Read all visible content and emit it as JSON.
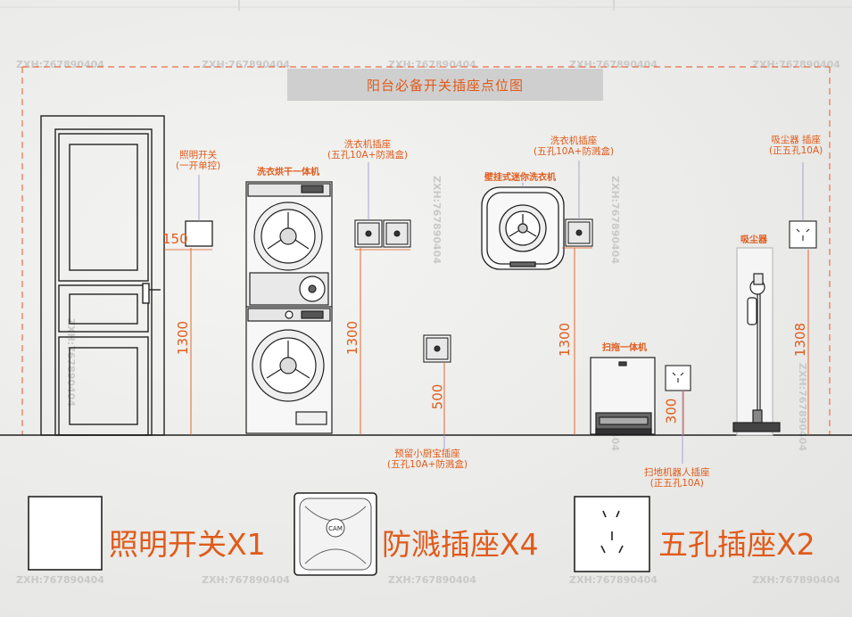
{
  "title": "阳台必备开关插座点位图",
  "watermark": "ZXH:767890404",
  "labels": {
    "light_switch_line1": "照明开关",
    "light_switch_line2": "(一开单控)",
    "washer_dryer": "洗衣烘干一体机",
    "washer_socket_a_line1": "洗衣机插座",
    "washer_socket_a_line2": "(五孔10A+防溅盒)",
    "wall_washer": "壁挂式迷你洗衣机",
    "washer_socket_b_line1": "洗衣机插座",
    "washer_socket_b_line2": "(五孔10A+防溅盒)",
    "vacuum_socket_line1": "吸尘器 插座",
    "vacuum_socket_line2": "(正五孔10A)",
    "vacuum": "吸尘器",
    "mop_machine": "扫拖一体机",
    "reserved_line1": "预留小厨宝插座",
    "reserved_line2": "(五孔10A+防溅盒)",
    "robot_socket_line1": "扫地机器人插座",
    "robot_socket_line2": "(正五孔10A)"
  },
  "dimensions": {
    "switch_offset": "150",
    "switch_height": "1300",
    "washer_socket_height": "1300",
    "reserved_height": "500",
    "wall_washer_socket_height": "1300",
    "robot_socket_height": "300",
    "vacuum_socket_height": "1308"
  },
  "legend": {
    "switch": "照明开关X1",
    "splash_socket": "防溅插座X4",
    "five_hole_socket": "五孔插座X2",
    "cam_text": "CAM"
  },
  "colors": {
    "accent": "#e05a1a",
    "dashed": "#e8704a",
    "line": "#222222",
    "title_bg": "#cfcfcf",
    "leader": "#9a8fd0"
  }
}
